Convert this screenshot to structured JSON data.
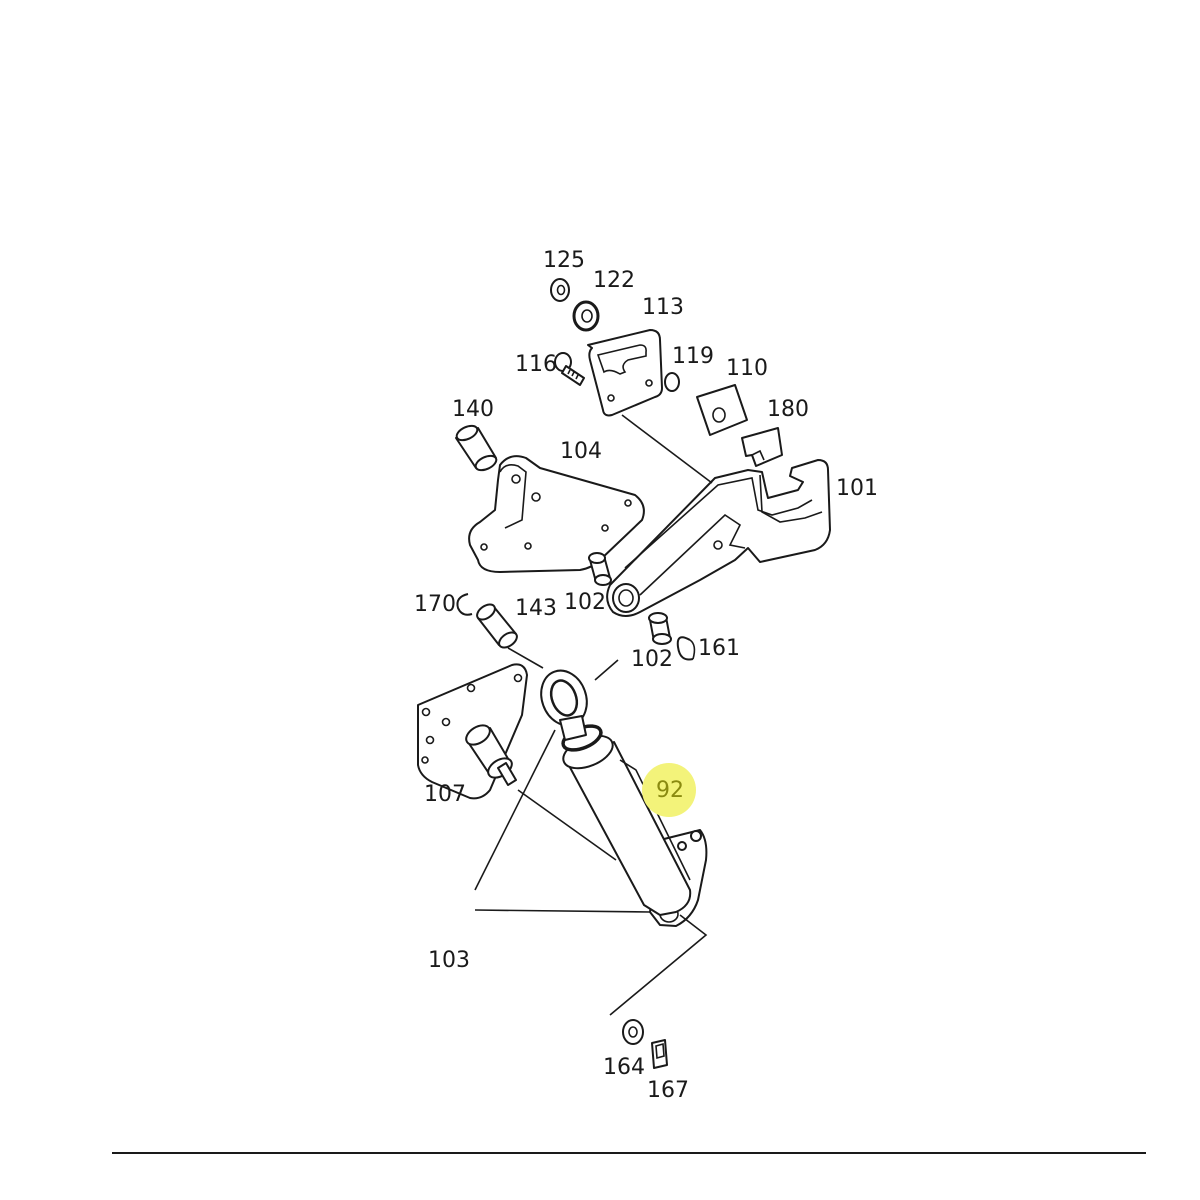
{
  "highlight_color": "#f3f37a",
  "highlight_text_color": "#8a8a10",
  "line_color": "#1a1a1a",
  "callouts": {
    "c125": "125",
    "c122": "122",
    "c113": "113",
    "c116": "116",
    "c119": "119",
    "c110": "110",
    "c140": "140",
    "c180": "180",
    "c104": "104",
    "c101": "101",
    "c170": "170",
    "c143": "143",
    "c102a": "102",
    "c102b": "102",
    "c161": "161",
    "c107": "107",
    "c92": "92",
    "c103": "103",
    "c164": "164",
    "c167": "167"
  }
}
